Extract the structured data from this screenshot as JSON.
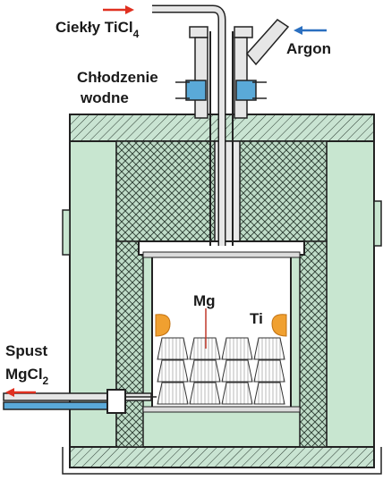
{
  "labels": {
    "liquid_ticl4_main": "Ciekły TiCl",
    "liquid_ticl4_sub": "4",
    "argon": "Argon",
    "cooling_line1": "Chłodzenie",
    "cooling_line2": "wodne",
    "magnesium": "Mg",
    "titanium": "Ti",
    "drain_line1": "Spust",
    "drain_line2_main": "MgCl",
    "drain_line2_sub": "2"
  },
  "colors": {
    "shell": "#c8e6d0",
    "insulation": "#b9dcc5",
    "pipe": "#e6e6e6",
    "cooling_jacket": "#5aa9d8",
    "ticl4_arrow": "#e03020",
    "argon_arrow": "#2a6fc0",
    "drain_arrow": "#e03020",
    "titanium": "#f0a030",
    "magnesium_ingot": "#f2f2f2",
    "drain_pipe": "#5aa9d8"
  }
}
